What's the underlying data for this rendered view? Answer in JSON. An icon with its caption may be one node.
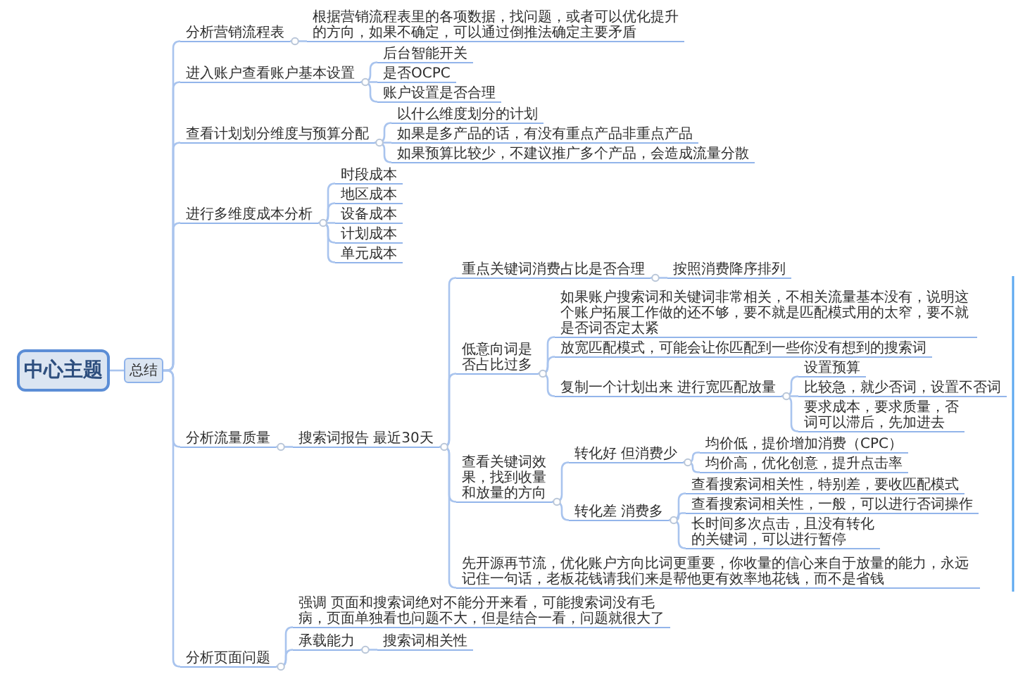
{
  "diagram": {
    "nodes": [
      {
        "text": [
          "中心主题"
        ]
      },
      {
        "text": [
          "总结"
        ]
      },
      {
        "text": [
          "分析营销流程表"
        ]
      },
      {
        "text": [
          "根据营销流程表里的各项数据，找问题，或者可以优化提升的方向，如果不确定，可以通过倒推法确定主要矛盾"
        ]
      },
      {
        "text": [
          "进入账户查看账户基本设置"
        ]
      },
      {
        "text": [
          "后台智能开关"
        ]
      },
      {
        "text": [
          "是否OCPC"
        ]
      },
      {
        "text": [
          "账户设置是否合理"
        ]
      },
      {
        "text": [
          "查看计划划分维度与预算分配"
        ]
      },
      {
        "text": [
          "以什么维度划分的计划"
        ]
      },
      {
        "text": [
          "如果是多产品的话，有没有重点产品非重点产品"
        ]
      },
      {
        "text": [
          "如果预算比较少，不建议推广多个产品，会造成流量分散"
        ]
      },
      {
        "text": [
          "进行多维度成本分析"
        ]
      },
      {
        "text": [
          "时段成本"
        ]
      },
      {
        "text": [
          "地区成本"
        ]
      },
      {
        "text": [
          "设备成本"
        ]
      },
      {
        "text": [
          "计划成本"
        ]
      },
      {
        "text": [
          "单元成本"
        ]
      },
      {
        "text": [
          "分析流量质量"
        ]
      },
      {
        "text": [
          "搜索词报告 最近30天"
        ]
      },
      {
        "text": [
          "重点关键词消费占比是否合理"
        ]
      },
      {
        "text": [
          "按照消费降序排列"
        ]
      },
      {
        "text": [
          "低意向词是否占比过多"
        ]
      },
      {
        "text": [
          "如果账户搜索词和关键词非常相关，不相关流量基本没有，说明这个账户拓展工作做的还不够，要不就是匹配模式用的太窄，要不就是否词否定太紧"
        ]
      },
      {
        "text": [
          "放宽匹配模式，可能会让你匹配到一些你没有想到的搜索词"
        ]
      },
      {
        "text": [
          "复制一个计划出来 进行宽匹配放量"
        ]
      },
      {
        "text": [
          "设置预算"
        ]
      },
      {
        "text": [
          "比较急，就少否词，设置不否词"
        ]
      },
      {
        "text": [
          "要求成本，要求质量，否词可以滞后，先加进去"
        ]
      },
      {
        "text": [
          "查看关键词效果，找到收量和放量的方向"
        ]
      },
      {
        "text": [
          "转化好 但消费少"
        ]
      },
      {
        "text": [
          "均价低，提价增加消费（CPC）"
        ]
      },
      {
        "text": [
          "均价高，优化创意，提升点击率"
        ]
      },
      {
        "text": [
          "转化差 消费多"
        ]
      },
      {
        "text": [
          "查看搜索词相关性，特别差，要收匹配模式"
        ]
      },
      {
        "text": [
          "查看搜索词相关性，一般，可以进行否词操作"
        ]
      },
      {
        "text": [
          "长时间多次点击，且没有转化的关键词，可以进行暂停"
        ]
      },
      {
        "text": [
          "先开源再节流，优化账户方向比词更重要，你收量的信心来自于放量的能力，永远记住一句话，老板花钱请我们来是帮他更有效率地花钱，而不是省钱"
        ]
      },
      {
        "text": [
          "分析页面问题"
        ]
      },
      {
        "text": [
          "强调 页面和搜索词绝对不能分开来看，可能搜索词没有毛病，页面单独看也问题不大，但是结合一看，问题就很大了"
        ]
      },
      {
        "text": [
          "承载能力"
        ]
      },
      {
        "text": [
          "搜索词相关性"
        ]
      }
    ],
    "edges": [
      {
        "from": 0,
        "to": 1,
        "arrow": "none"
      },
      {
        "from": 1,
        "to": 2,
        "arrow": "none"
      },
      {
        "from": 2,
        "to": 3,
        "arrow": "none"
      },
      {
        "from": 1,
        "to": 4,
        "arrow": "none"
      },
      {
        "from": 4,
        "to": 5,
        "arrow": "none"
      },
      {
        "from": 4,
        "to": 6,
        "arrow": "none"
      },
      {
        "from": 4,
        "to": 7,
        "arrow": "none"
      },
      {
        "from": 1,
        "to": 8,
        "arrow": "none"
      },
      {
        "from": 8,
        "to": 9,
        "arrow": "none"
      },
      {
        "from": 8,
        "to": 10,
        "arrow": "none"
      },
      {
        "from": 8,
        "to": 11,
        "arrow": "none"
      },
      {
        "from": 1,
        "to": 12,
        "arrow": "none"
      },
      {
        "from": 12,
        "to": 13,
        "arrow": "none"
      },
      {
        "from": 12,
        "to": 14,
        "arrow": "none"
      },
      {
        "from": 12,
        "to": 15,
        "arrow": "none"
      },
      {
        "from": 12,
        "to": 16,
        "arrow": "none"
      },
      {
        "from": 12,
        "to": 17,
        "arrow": "none"
      },
      {
        "from": 1,
        "to": 18,
        "arrow": "none"
      },
      {
        "from": 18,
        "to": 19,
        "arrow": "none"
      },
      {
        "from": 19,
        "to": 20,
        "arrow": "none"
      },
      {
        "from": 20,
        "to": 21,
        "arrow": "none"
      },
      {
        "from": 19,
        "to": 22,
        "arrow": "none"
      },
      {
        "from": 22,
        "to": 23,
        "arrow": "none"
      },
      {
        "from": 22,
        "to": 24,
        "arrow": "none"
      },
      {
        "from": 22,
        "to": 25,
        "arrow": "none"
      },
      {
        "from": 25,
        "to": 26,
        "arrow": "none"
      },
      {
        "from": 25,
        "to": 27,
        "arrow": "none"
      },
      {
        "from": 25,
        "to": 28,
        "arrow": "none"
      },
      {
        "from": 19,
        "to": 29,
        "arrow": "none"
      },
      {
        "from": 29,
        "to": 30,
        "arrow": "none"
      },
      {
        "from": 30,
        "to": 31,
        "arrow": "none"
      },
      {
        "from": 30,
        "to": 32,
        "arrow": "none"
      },
      {
        "from": 29,
        "to": 33,
        "arrow": "none"
      },
      {
        "from": 33,
        "to": 34,
        "arrow": "none"
      },
      {
        "from": 33,
        "to": 35,
        "arrow": "none"
      },
      {
        "from": 33,
        "to": 36,
        "arrow": "none"
      },
      {
        "from": 19,
        "to": 37,
        "arrow": "none"
      },
      {
        "from": 1,
        "to": 38,
        "arrow": "none"
      },
      {
        "from": 38,
        "to": 39,
        "arrow": "none"
      },
      {
        "from": 38,
        "to": 40,
        "arrow": "none"
      },
      {
        "from": 40,
        "to": 41,
        "arrow": "none"
      }
    ]
  }
}
